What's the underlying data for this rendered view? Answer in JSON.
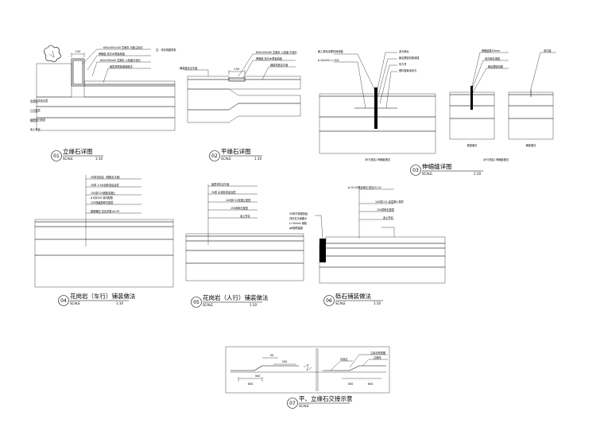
{
  "details": [
    {
      "num": "01",
      "title": "立缘石详图",
      "scale_label": "SCALE",
      "scale": "1:10",
      "notes_right": [
        "600x300x100 芝麻灰 光面立缘石",
        "伸缩缝 沥青木屑板填缝",
        "600x300x65 芝麻灰 火烧面平缘石",
        "面层参照各铺装做法"
      ],
      "notes_left": [
        "水泥砂浆结合层",
        "C15垫层",
        "级配碎石垫层",
        "素土夯实"
      ],
      "dim": "150",
      "footnote": "注：详情视图同类",
      "has_plant": true
    },
    {
      "num": "02",
      "title": "平缘石详图",
      "scale_label": "SCALE",
      "scale": "1:10",
      "notes_right": [
        "600x300x65 芝麻灰 火烧面 平缘石",
        "伸缩缝 沥青木屑板填缝",
        "铺装构造见平面"
      ],
      "notes_left": [
        "铺装做法见平面"
      ],
      "dim": "150"
    },
    {
      "num": "03",
      "title": "伸缩缝详图",
      "scale_label": "SCALE",
      "scale": "1:10",
      "notes_left": [
        "聚乙烯泡沫塑料棒填缝",
        "ø 20x500 L=300"
      ],
      "notes_right": [
        "沥青麻丝",
        "聚氨酯密封胶填缝",
        "传力杆",
        "塑料套管涂沥青"
      ],
      "notes_right2": [
        "伸缩缝宽20mm",
        "沥青麻丝填缝",
        "聚氨酯密封胶"
      ],
      "notes_far": [
        "沥青胶"
      ],
      "sub_captions": [
        "(车行道区) 伸缩缝做法",
        "(步行道区) 伸缩缝做法",
        "胀缝做法",
        "缩缝做法"
      ]
    },
    {
      "num": "04",
      "title": "花岗岩（车行）铺装做法",
      "scale_label": "SCALE",
      "scale": "1:10",
      "notes": [
        "40厚花岗岩（规格见平面）",
        "30厚 1:3水泥砂浆结合层",
        "150厚C25钢筋混凝土",
        "ø 6@200 双向配筋",
        "150厚级配碎石垫层",
        "路基碾压 压实系数≥0.93"
      ]
    },
    {
      "num": "05",
      "title": "花岗岩（人行）铺装做法",
      "scale_label": "SCALE",
      "scale": "1:10",
      "notes": [
        "面层材料见平面",
        "30厚 水泥砂浆结合层",
        "100厚C15混凝土垫层",
        "150厚碎石垫层",
        "素土夯实"
      ]
    },
    {
      "num": "06",
      "title": "砾石铺装做法",
      "scale_label": "SCALE",
      "scale": "1:10",
      "notes": [
        "ø 10-20黑色砾石 粒径10-20",
        "100厚C15 素混凝土垫层",
        "150厚碎石垫层",
        "素土夯实"
      ],
      "notes_left": [
        "50厚不锈钢挡板",
        "详情见平面图示",
        "L=50mm 钢板",
        "φ8钢筋锚固"
      ]
    },
    {
      "num": "07",
      "title": "平、立缘石交接示意",
      "scale_label": "SCALE",
      "notes": [
        "立缘石侧视图",
        "平缘石",
        "过渡段"
      ],
      "dims": [
        "600",
        "50",
        "250",
        "300",
        "300",
        "600"
      ]
    }
  ]
}
